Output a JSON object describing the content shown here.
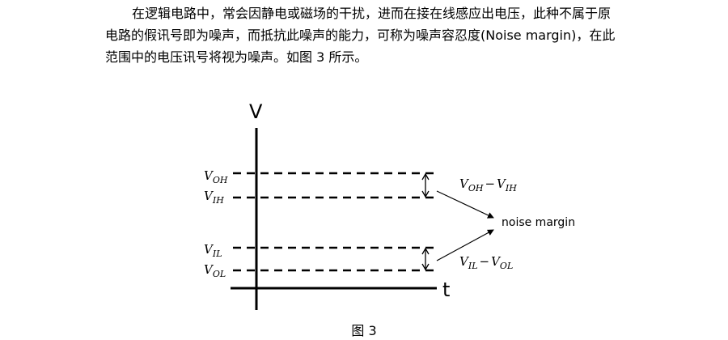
{
  "paragraph": {
    "line1": "在逻辑电路中，常会因静电或磁场的干扰，进而在接在线感应出电压，此种不属于原",
    "line2": "电路的假讯号即为噪声，而抵抗此噪声的能力，可称为噪声容忍度(Noise margin)，在此",
    "line3": "范围中的电压讯号将视为噪声。如图 3 所示。"
  },
  "figure": {
    "axis_v": "V",
    "axis_t": "t",
    "levels": {
      "voh": {
        "main": "V",
        "sub": "OH"
      },
      "vih": {
        "main": "V",
        "sub": "IH"
      },
      "vil": {
        "main": "V",
        "sub": "IL"
      },
      "vol": {
        "main": "V",
        "sub": "OL"
      }
    },
    "diff_high": {
      "a": "V",
      "a_sub": "OH",
      "op": "−",
      "b": "V",
      "b_sub": "IH"
    },
    "diff_low": {
      "a": "V",
      "a_sub": "IL",
      "op": "−",
      "b": "V",
      "b_sub": "OL"
    },
    "noise_label": "noise margin",
    "caption": "图 3"
  }
}
